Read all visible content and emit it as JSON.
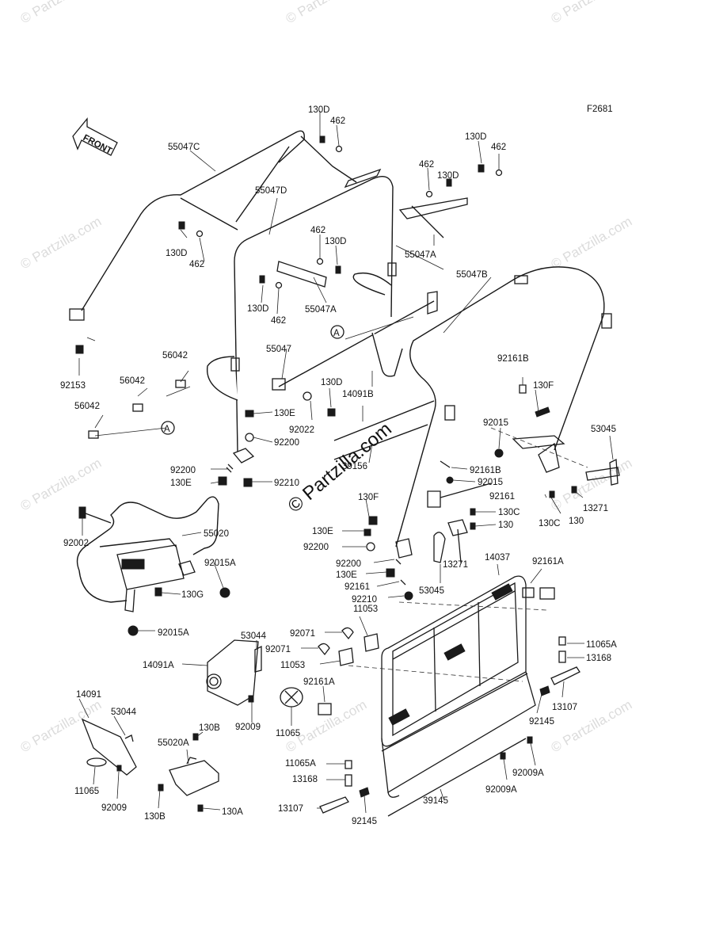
{
  "figure_code": "F2681",
  "front_label": "FRONT",
  "callout_letter": "A",
  "watermark": "© Partzilla.com",
  "parts": {
    "p130D": "130D",
    "p462": "462",
    "p55047C": "55047C",
    "p55047D": "55047D",
    "p55047A": "55047A",
    "p55047B": "55047B",
    "p55047": "55047",
    "p130E": "130E",
    "p130F": "130F",
    "p130C": "130C",
    "p130": "130",
    "p130G": "130G",
    "p130B": "130B",
    "p130A": "130A",
    "p92153": "92153",
    "p56042": "56042",
    "p14091B": "14091B",
    "p92022": "92022",
    "p92200": "92200",
    "p92210": "92210",
    "p39156": "39156",
    "p92161B": "92161B",
    "p92015": "92015",
    "p92161": "92161",
    "p53045": "53045",
    "p13271": "13271",
    "p55020": "55020",
    "p92002": "92002",
    "p92015A": "92015A",
    "p14037": "14037",
    "p92161A": "92161A",
    "p11053": "11053",
    "p92071": "92071",
    "p53044": "53044",
    "p14091A": "14091A",
    "p92009": "92009",
    "p11065": "11065",
    "p11065A": "11065A",
    "p13168": "13168",
    "p13107": "13107",
    "p92145": "92145",
    "p92009A": "92009A",
    "p39145": "39145",
    "p14091": "14091",
    "p55020A": "55020A"
  }
}
